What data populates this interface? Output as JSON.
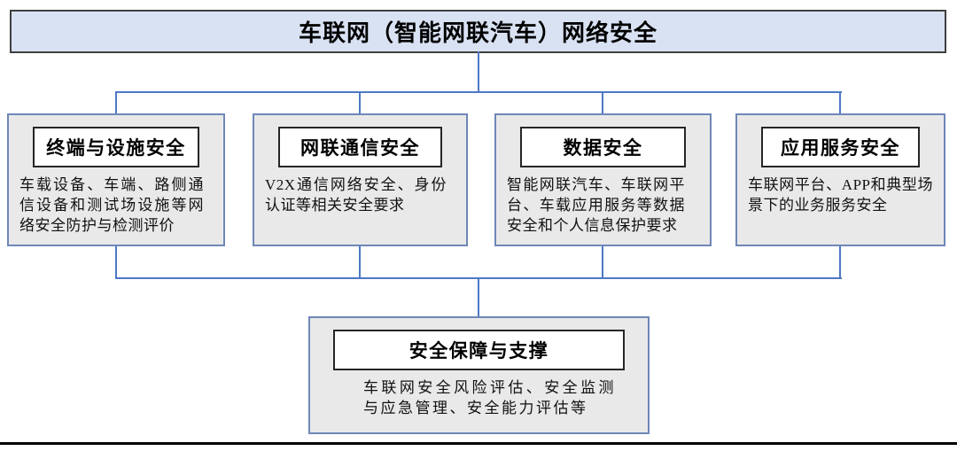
{
  "diagram": {
    "root": {
      "label": "车联网（智能网联汽车）网络安全"
    },
    "branches": [
      {
        "label": "终端与设施安全",
        "description": "车载设备、车端、路侧通信设备和测试场设施等网络安全防护与检测评价"
      },
      {
        "label": "网联通信安全",
        "description": "V2X通信网络安全、身份认证等相关安全要求"
      },
      {
        "label": "数据安全",
        "description": "智能网联汽车、车联网平台、车载应用服务等数据安全和个人信息保护要求"
      },
      {
        "label": "应用服务安全",
        "description": "车联网平台、APP和典型场景下的业务服务安全"
      }
    ],
    "footer": {
      "label": "安全保障与支撑",
      "description": "车联网安全风险评估、安全监测与应急管理、安全能力评估等"
    },
    "colors": {
      "title_fill": "#d9e2f3",
      "title_border": "#3f3f3f",
      "box_fill": "#e9e9e9",
      "box_border": "#6f87b8",
      "header_fill": "#ffffff",
      "header_border": "#262626",
      "connector": "#4d79c5",
      "bottom_rule": "#000000"
    }
  }
}
